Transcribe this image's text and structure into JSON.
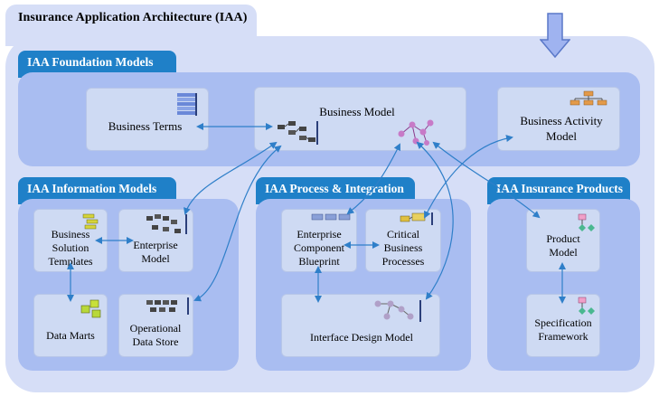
{
  "title": "Insurance Application Architecture (IAA)",
  "sections": {
    "foundation": {
      "tab": "IAA Foundation Models",
      "business_terms": "Business Terms",
      "business_model": "Business Model",
      "business_activity_model": "Business Activity Model"
    },
    "information": {
      "tab": "IAA Information Models",
      "business_solution_templates": "Business Solution Templates",
      "enterprise_model": "Enterprise Model",
      "data_marts": "Data Marts",
      "operational_data_store": "Operational Data Store"
    },
    "process": {
      "tab": "IAA Process & Integration",
      "enterprise_component_blueprint": "Enterprise Component Blueprint",
      "critical_business_processes": "Critical Business Processes",
      "interface_design_model": "Interface Design Model"
    },
    "products": {
      "tab": "IAA Insurance Products",
      "product_model": "Product Model",
      "specification_framework": "Specification Framework"
    }
  },
  "colors": {
    "background": "#d6def7",
    "panel": "#a9bdf1",
    "tab": "#1f80c8",
    "box": "#cedaf3",
    "connector": "#2f7fc9",
    "arrow": "#9fb3f0"
  }
}
